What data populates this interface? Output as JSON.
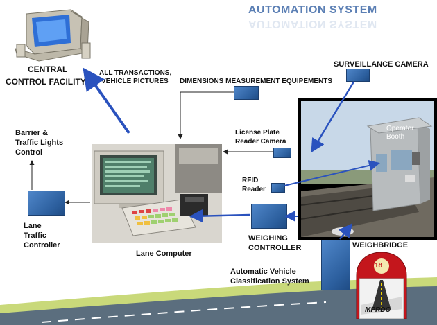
{
  "title": "AUTOMATION SYSTEM",
  "labels": {
    "central_line1": "CENTRAL",
    "central_line2": "CONTROL FACILITY",
    "transactions_line1": "ALL TRANSACTIONS,",
    "transactions_line2": "VEHICLE PICTURES",
    "dimensions": "DIMENSIONS MEASUREMENT EQUIPEMENTS",
    "surveillance": "SURVEILLANCE CAMERA",
    "barrier_line1": "Barrier &",
    "barrier_line2": "Traffic Lights",
    "barrier_line3": "Control",
    "license_line1": "License Plate",
    "license_line2": "Reader Camera",
    "operator_line1": "Operator",
    "operator_line2": "Booth",
    "rfid_line1": "RFID",
    "rfid_line2": "Reader",
    "lane_ctrl_line1": "Lane",
    "lane_ctrl_line2": "Traffic",
    "lane_ctrl_line3": "Controller",
    "weighing_line1": "WEIGHING",
    "weighing_line2": "CONTROLLER",
    "weighbridge": "WEIGHBRIDGE",
    "lane_computer": "Lane Computer",
    "avc_line1": "Automatic Vehicle",
    "avc_line2": "Classification System"
  },
  "logo": {
    "number": "18",
    "text": "MPRDC"
  },
  "colors": {
    "accent_blue": "#2a52be",
    "box_blue": "#3d72b5",
    "title": "#5b7fb4",
    "logo_red": "#c4161c"
  }
}
